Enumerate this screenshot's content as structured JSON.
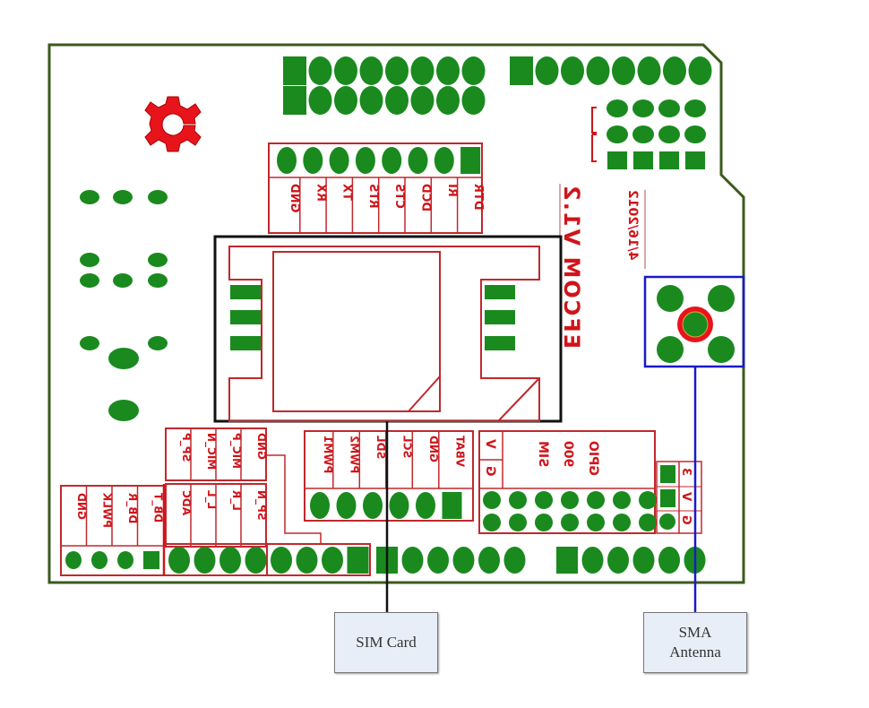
{
  "colors": {
    "pad": "#1a8a1f",
    "silkscreen": "#d0141a",
    "outline": "#3b5a1e",
    "sim_box": "#111111",
    "antenna_box": "#1a1ac8",
    "callout_bg": "#e8eef8"
  },
  "board": {
    "logo_icon": "gear-c-logo-icon",
    "model_label": "EFCOM V1.2",
    "date_label": "4/16/2012"
  },
  "headers": {
    "serial": {
      "labels": [
        "GND",
        "RX",
        "TX",
        "RTS",
        "CTS",
        "DCD",
        "RI",
        "DTR"
      ]
    },
    "mic_speaker": {
      "labels": [
        "SP_P",
        "MIC_N",
        "MIC_P",
        "GND"
      ]
    },
    "audio_adc": {
      "labels": [
        "ADC",
        "L_L",
        "L_R",
        "SP_N"
      ]
    },
    "debug": {
      "labels": [
        "GND",
        "PWLK",
        "DB_R",
        "DB_T"
      ]
    },
    "pwm_i2c": {
      "labels": [
        "PWM1",
        "PWM2",
        "SDL",
        "SCL",
        "GND",
        "VBAT"
      ]
    },
    "gpio": {
      "title_lines": [
        "SIM",
        "900",
        "GPIO"
      ],
      "v_label": "V",
      "g_label": "G"
    },
    "power_jumper": {
      "labels": [
        "3",
        "V",
        "G"
      ]
    }
  },
  "callouts": {
    "sim": {
      "label": "SIM Card"
    },
    "antenna": {
      "label_line1": "SMA",
      "label_line2": "Antenna"
    }
  }
}
